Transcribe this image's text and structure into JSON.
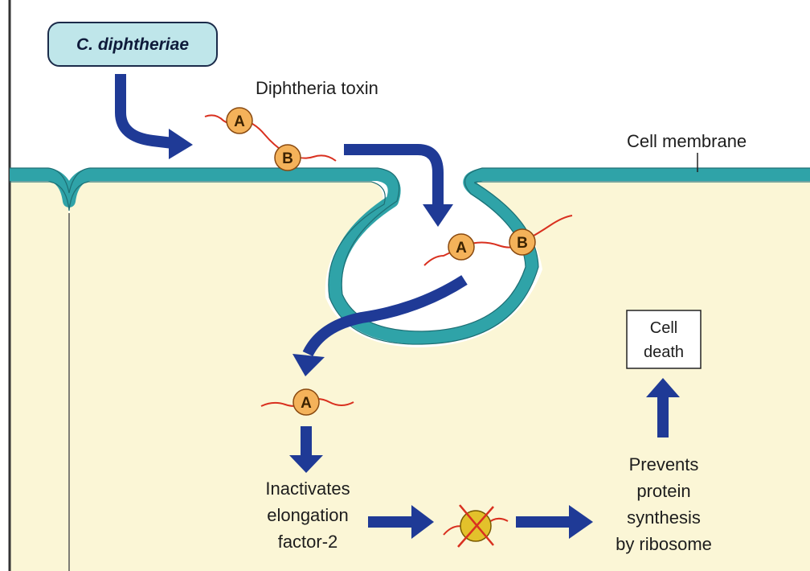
{
  "title": "C. diphtheriae",
  "labels": {
    "toxin": "Diphtheria toxin",
    "membrane": "Cell membrane",
    "a": "A",
    "b": "B"
  },
  "cell_death": [
    "Cell",
    "death"
  ],
  "inactivates": [
    "Inactivates",
    "elongation",
    "factor-2"
  ],
  "prevents": [
    "Prevents",
    "protein",
    "synthesis",
    "by ribosome"
  ],
  "colors": {
    "membrane": "#2fa3a8",
    "cytoplasm": "#fbf6d6",
    "arrow": "#1f3a96",
    "protein": "#f4b25a",
    "chain": "#d9301f",
    "title_box": "#bfe6ea"
  }
}
